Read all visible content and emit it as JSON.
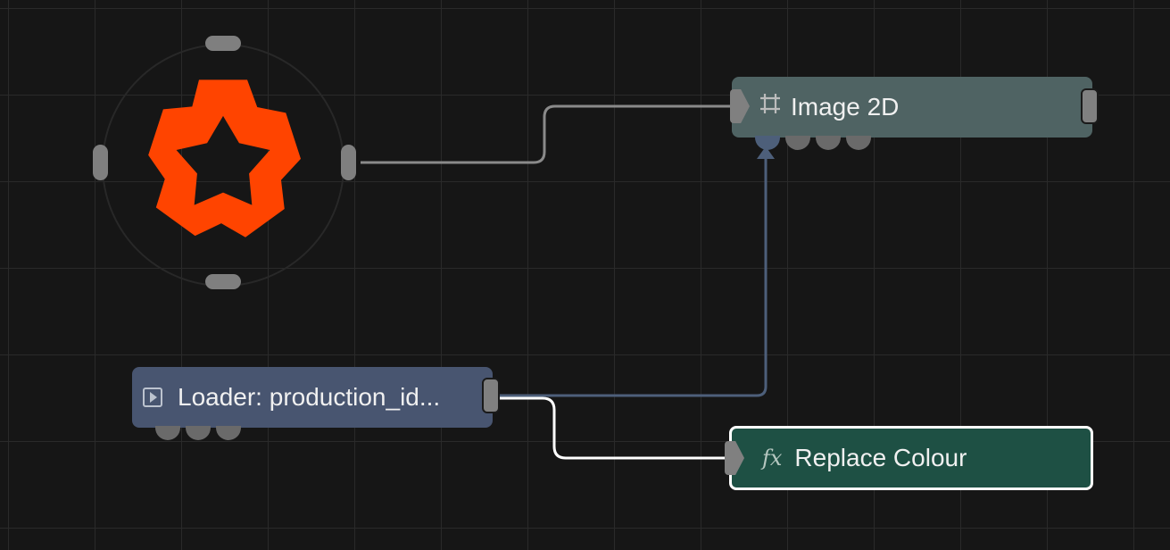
{
  "colors": {
    "background": "#161616",
    "grid": "#2a2a2a",
    "logo": "#ff4400",
    "image2d_node": "#4f6363",
    "loader_node": "#485570",
    "replace_node": "#1e5044",
    "wire_default": "#8a8a8a",
    "wire_loader": "#4d5f7a",
    "wire_selected": "#ffffff"
  },
  "nodes": {
    "output": {
      "icon": "notch-logo-icon"
    },
    "image2d": {
      "title": "Image 2D",
      "icon": "frame-hash-icon"
    },
    "loader": {
      "title": "Loader: production_id...",
      "icon": "video-play-icon"
    },
    "replace_colour": {
      "title": "Replace Colour",
      "icon": "fx-icon",
      "icon_text": "fx"
    }
  }
}
